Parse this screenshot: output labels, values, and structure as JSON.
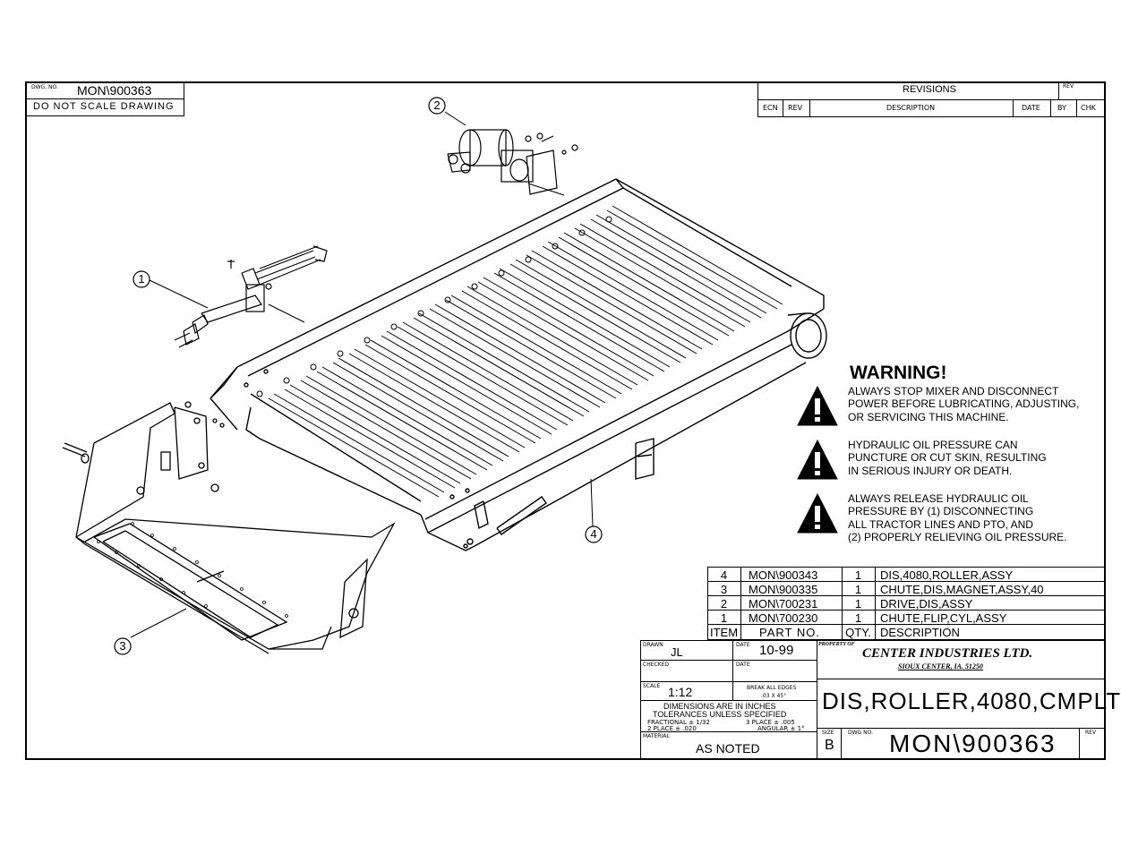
{
  "header": {
    "dwg_no_label": "DWG. NO.",
    "dwg_no_value": "MON\\900363",
    "scale_note": "DO NOT SCALE DRAWING"
  },
  "revisions": {
    "title": "REVISIONS",
    "rev_label": "REV",
    "columns": [
      "ECN",
      "REV",
      "DESCRIPTION",
      "DATE",
      "BY",
      "CHK"
    ]
  },
  "callouts": [
    "1",
    "2",
    "3",
    "4"
  ],
  "warning": {
    "title": "WARNING!",
    "items": [
      [
        "ALWAYS STOP MIXER AND DISCONNECT",
        "POWER BEFORE LUBRICATING, ADJUSTING,",
        "OR SERVICING THIS MACHINE."
      ],
      [
        "HYDRAULIC OIL PRESSURE CAN",
        "PUNCTURE OR CUT SKIN, RESULTING",
        "IN SERIOUS INJURY OR DEATH."
      ],
      [
        "ALWAYS RELEASE HYDRAULIC OIL",
        "PRESSURE BY (1) DISCONNECTING",
        "ALL TRACTOR LINES AND PTO, AND",
        "(2) PROPERLY RELIEVING OIL PRESSURE."
      ]
    ]
  },
  "bom": {
    "rows": [
      {
        "item": "4",
        "part": "MON\\900343",
        "qty": "1",
        "desc": "DIS,4080,ROLLER,ASSY"
      },
      {
        "item": "3",
        "part": "MON\\900335",
        "qty": "1",
        "desc": "CHUTE,DIS,MAGNET,ASSY,40"
      },
      {
        "item": "2",
        "part": "MON\\700231",
        "qty": "1",
        "desc": "DRIVE,DIS,ASSY"
      },
      {
        "item": "1",
        "part": "MON\\700230",
        "qty": "1",
        "desc": "CHUTE,FLIP,CYL,ASSY"
      }
    ],
    "headers": {
      "item": "ITEM",
      "part": "PART NO.",
      "qty": "QTY.",
      "desc": "DESCRIPTION"
    }
  },
  "title_block": {
    "drawn_label": "DRAWN",
    "drawn_value": "JL",
    "date_label": "DATE",
    "date_value": "10-99",
    "checked_label": "CHECKED",
    "date2_label": "DATE",
    "property_label": "PROPERTY OF",
    "company": "CENTER INDUSTRIES LTD.",
    "location": "SIOUX CENTER, IA. 51250",
    "scale_label": "SCALE",
    "scale_value": "1:12",
    "break_edges_1": "BREAK ALL EDGES",
    "break_edges_2": ".03 X 45°",
    "dims_1": "DIMENSIONS ARE IN INCHES",
    "dims_2": "TOLERANCES UNLESS SPECIFIED",
    "tol_frac": "FRACTIONAL ± 1/32",
    "tol_3place": "3 PLACE ± .005",
    "tol_2place": "2 PLACE ± .020",
    "tol_angular": "ANGULAR ± 1°",
    "drawing_title": "DIS,ROLLER,4080,CMPLT",
    "material_label": "MATERIAL",
    "material_value": "AS NOTED",
    "size_label": "SIZE",
    "size_value": "B",
    "dwg_no_label": "DWG NO.",
    "dwg_no_value": "MON\\900363",
    "rev_label": "REV"
  }
}
